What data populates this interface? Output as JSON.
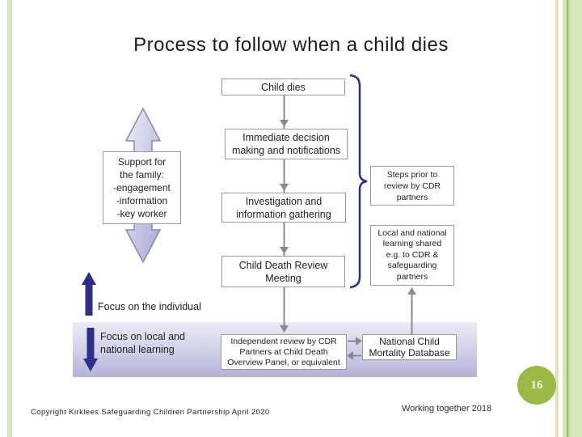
{
  "slide": {
    "title": "Process to follow when a child dies",
    "page_number": "16",
    "footer_left": "Copyright Kirklees Safeguarding Children Partnership April 2020",
    "footer_right": "Working together 2018"
  },
  "flowchart": {
    "child_dies": "Child dies",
    "immediate_decision": "Immediate decision\nmaking and notifications",
    "investigation": "Investigation and\ninformation gathering",
    "cdr_meeting": "Child Death Review\nMeeting",
    "independent_review": "Independent review by CDR\nPartners at Child Death\nOverview Panel, or equivalent",
    "ncmd": "National Child\nMortality Database",
    "support_family": "Support for\nthe family:\n-engagement\n-information\n-key worker",
    "steps_prior": "Steps prior to\nreview by CDR\npartners",
    "local_national": "Local and national\nlearning shared\ne.g. to CDR &\nsafeguarding\npartners",
    "focus_individual": "Focus on the individual",
    "focus_local": "Focus on local and\nnational learning"
  },
  "colors": {
    "navy_accent": "#2d2f86",
    "lavender_light": "#ebebf7",
    "lavender_dark": "#b2b2d8",
    "stripe_green": "#d7e5bd",
    "stripe_green_dark": "#9dc05c",
    "page_circle_green": "#9bb944",
    "box_border_gray": "#9a9a9a",
    "connector_gray": "#8a8a8a"
  }
}
